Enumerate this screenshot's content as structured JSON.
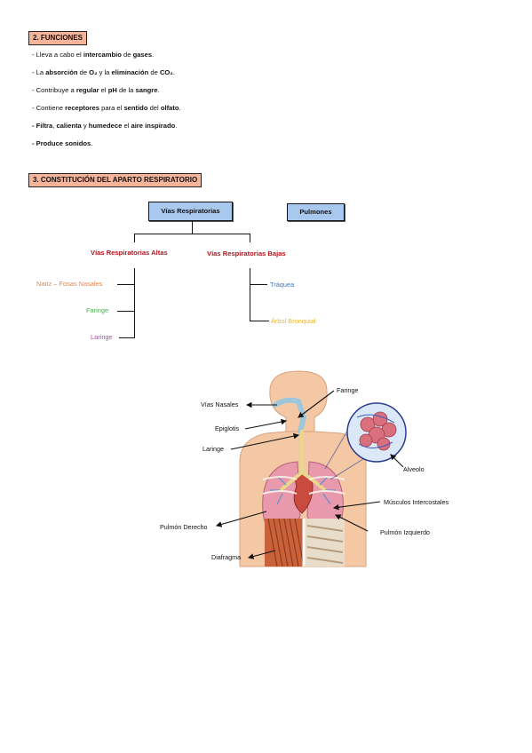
{
  "section2": {
    "heading": "2. FUNCIONES",
    "items": [
      {
        "p1": "- Lleva a cabo el ",
        "b1": "intercambio",
        "p2": " de ",
        "b2": "gases",
        "p3": "."
      },
      {
        "p1": "- La ",
        "b1": "absorción",
        "p2": " de ",
        "b2": "O₂",
        "p3": " y la ",
        "b3": "eliminación",
        "p4": " de ",
        "b4": "CO₂",
        "p5": "."
      },
      {
        "p1": "- Contribuye a ",
        "b1": "regular",
        "p2": " el ",
        "b2": "pH",
        "p3": " de la ",
        "b3": "sangre",
        "p4": "."
      },
      {
        "p1": "- Contiene ",
        "b1": "receptores",
        "p2": " para el ",
        "b2": "sentido",
        "p3": " del ",
        "b3": "olfato",
        "p4": "."
      },
      {
        "b1": "- Filtra",
        "p1": ", ",
        "b2": "calienta",
        "p2": " y ",
        "b3": "humedece",
        "p3": " el ",
        "b4": "aire inspirado",
        "p4": "."
      },
      {
        "b1": "- Produce sonidos",
        "p1": "."
      }
    ]
  },
  "section3": {
    "heading": "3. CONSTITUCIÓN DEL APARTO RESPIRATORIO",
    "tree": {
      "vias_box": "Vías Respiratorias",
      "pulmones_box": "Pulmones",
      "altas": "Vías Respiratorias Altas",
      "bajas": "Vías Respiratorias Bajas",
      "altas_items": [
        "Nariz – Fosas Nasales",
        "Faringe",
        "Laringe"
      ],
      "bajas_items": [
        "Tráquea",
        "Árbol Bronquial"
      ]
    },
    "diagram_labels": {
      "faringe": "Faringe",
      "vias_nasales": "Vías Nasales",
      "epiglotis": "Epiglotis",
      "laringe": "Laringe",
      "alveolo": "Alveolo",
      "musculos": "Músculos Intercostales",
      "pulmon_derecho": "Pulmón Derecho",
      "pulmon_izquierdo": "Pulmón Izquierdo",
      "diafragma": "Diafragma"
    }
  },
  "colors": {
    "heading_bg": "#f6b49a",
    "box_bg": "#a9c8ee",
    "title_red": "#b0151d",
    "nariz": "#e8864f",
    "faringe": "#4caf50",
    "laringe": "#b04aa6",
    "traquea": "#3c7ac2",
    "arbol": "#f0b52a"
  }
}
